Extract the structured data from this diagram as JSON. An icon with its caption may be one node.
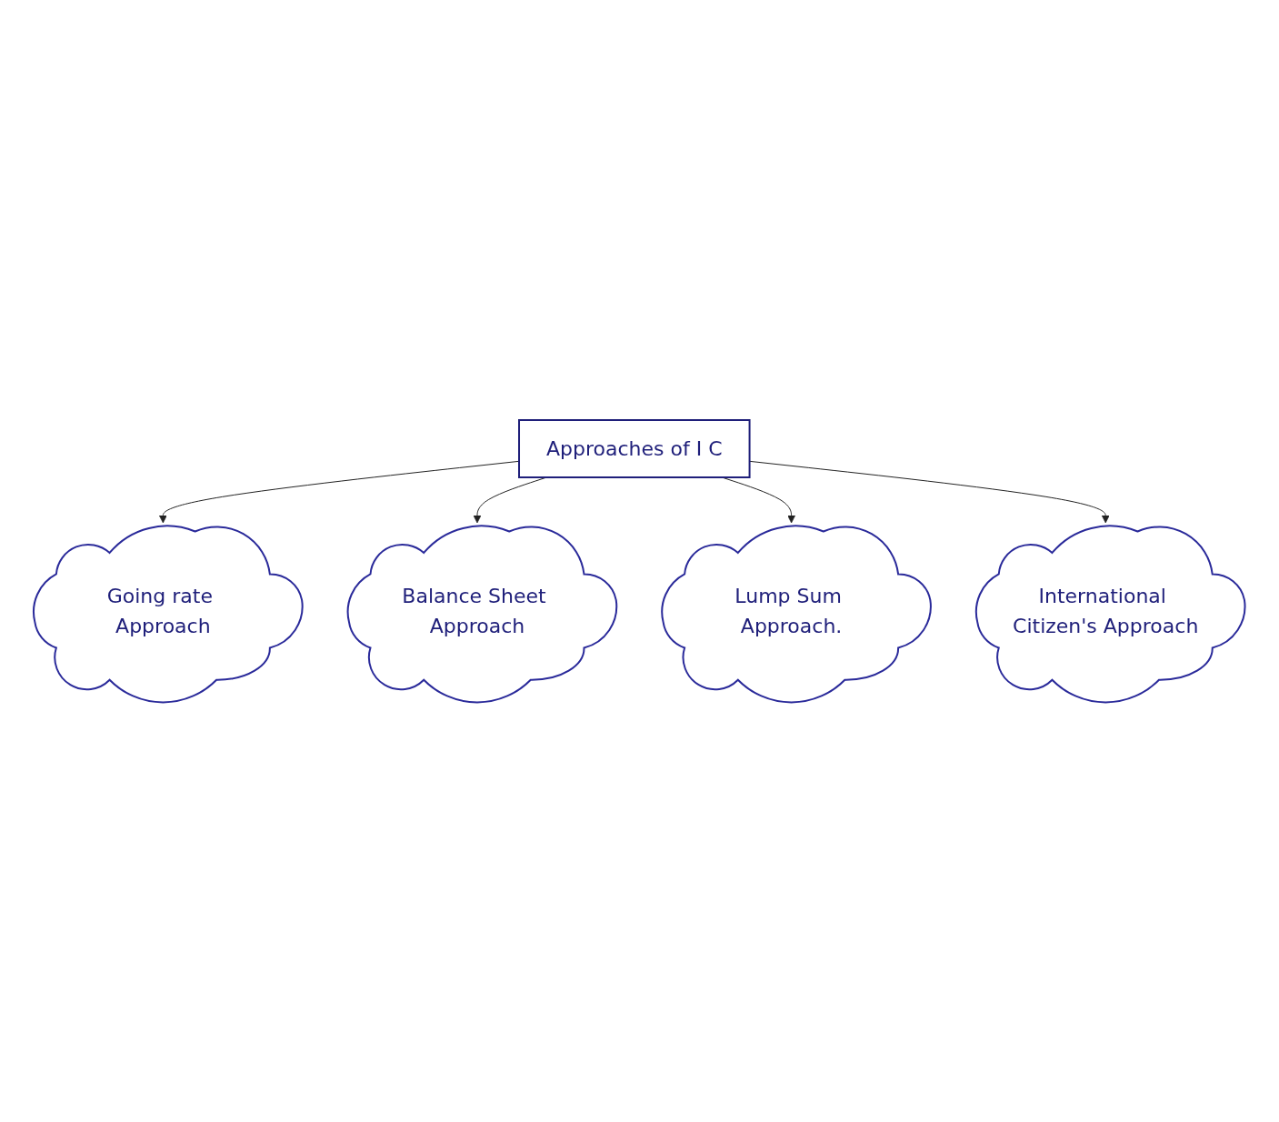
{
  "diagram": {
    "nodes": [
      {
        "text": [
          "Approaches of I C"
        ]
      },
      {
        "text": [
          "Going rate Approach"
        ]
      },
      {
        "text": [
          "Balance Sheet Approach"
        ]
      },
      {
        "text": [
          "Lump Sum Approach."
        ]
      },
      {
        "text": [
          "International Citizen's Approach"
        ]
      }
    ],
    "edges": [
      {
        "from": 0,
        "to": 1,
        "arrow": "to"
      },
      {
        "from": 0,
        "to": 2,
        "arrow": "to"
      },
      {
        "from": 0,
        "to": 3,
        "arrow": "to"
      },
      {
        "from": 0,
        "to": 4,
        "arrow": "to"
      }
    ]
  }
}
